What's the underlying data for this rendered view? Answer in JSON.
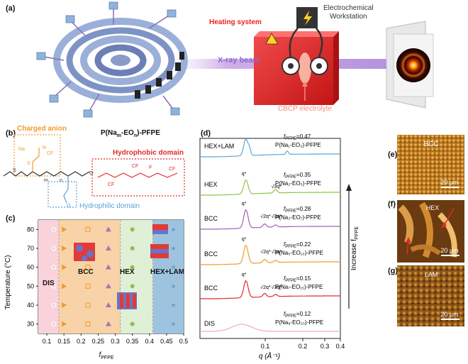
{
  "panel_a": {
    "label": "(a)",
    "heating_system": "Heating system",
    "electrochemical": "Electrochemical",
    "workstation": "Workstation",
    "xray": "X-ray beam",
    "electrolyte": "CBCP electrolyte"
  },
  "panel_b": {
    "label": "(b)",
    "title": "P(Na",
    "title_sub_m": "m",
    "title_mid": "-EO",
    "title_sub_n": "n",
    "title_end": ")-PFPE",
    "charged_anion": "Charged anion",
    "hydrophobic": "Hydrophobic domain",
    "hydrophilic": "Hydrophilic domain",
    "na_plus": "Na",
    "cf3": "CF",
    "f2": "F",
    "n_sub": "n",
    "m_sub": "m",
    "o": "O",
    "s": "S",
    "n_atom": "N",
    "atoms_chain": "S"
  },
  "colors": {
    "dis": "#f9d2dc",
    "bcc": "#f8d3a7",
    "hex": "#dff0d6",
    "hexlam": "#9ec3df",
    "orange": "#f29a2e",
    "purple": "#a677b3",
    "green": "#8cc04b",
    "blue": "#5d9fd1",
    "pink": "#f4a6b5",
    "red": "#e12b2b",
    "pink_curve": "#f2a9c6",
    "purple_curve": "#a060b8",
    "green_curve": "#8cc63f",
    "blue_curve": "#5ea5d6"
  },
  "panel_c": {
    "label": "(c)",
    "ylabel": "Temperature (°C)",
    "xlabel_f": "f",
    "xlabel_sub": "PFPE",
    "regions": [
      "DIS",
      "BCC",
      "HEX",
      "HEX+LAM"
    ],
    "xticks": [
      "0.1",
      "0.15",
      "0.2",
      "0.25",
      "0.3",
      "0.35",
      "0.4",
      "0.45",
      "0.5"
    ],
    "yticks": [
      "30",
      "40",
      "50",
      "60",
      "70",
      "80"
    ]
  },
  "panel_d": {
    "label": "(d)",
    "xlabel": "q (Å⁻¹)",
    "xticks": [
      "0.1",
      "0.2",
      "0.3",
      "0.4"
    ],
    "increase": "Increase f",
    "increase_sub": "PFPE",
    "traces": [
      {
        "phase": "HEX+LAM",
        "f": "f",
        "fsub": "PFPE",
        "fval": "=0.47",
        "formula": "P(Na₁-EO₃)-PFPE"
      },
      {
        "phase": "HEX",
        "f": "f",
        "fsub": "PFPE",
        "fval": "=0.35",
        "formula": "P(Na₂-EO₅)-PFPE",
        "peaks": [
          "q*",
          "√3q*"
        ]
      },
      {
        "phase": "BCC",
        "f": "f",
        "fsub": "PFPE",
        "fval": "=0.28",
        "formula": "P(Na₃-EO₇)-PFPE",
        "peaks": [
          "q*",
          "√2q*",
          "√3q*"
        ]
      },
      {
        "phase": "BCC",
        "f": "f",
        "fsub": "PFPE",
        "fval": "=0.22",
        "formula": "P(Na₅-EO₁₀)-PFPE",
        "peaks": [
          "q*",
          "√2q*",
          "√3q*"
        ]
      },
      {
        "phase": "BCC",
        "f": "f",
        "fsub": "PFPE",
        "fval": "=0.15",
        "formula": "P(Na₇-EO₁₅)-PFPE",
        "peaks": [
          "q*",
          "√2q*",
          "√3q*"
        ]
      },
      {
        "phase": "DIS",
        "f": "f",
        "fsub": "PFPE",
        "fval": "=0.12",
        "formula": "P(Na₉-EO₂₀)-PFPE"
      }
    ]
  },
  "panel_e": {
    "label": "(e)",
    "phase": "BCC",
    "scale": "20 μm"
  },
  "panel_f": {
    "label": "(f)",
    "phase": "HEX",
    "scale": "20 μm"
  },
  "panel_g": {
    "label": "(g)",
    "phase": "LAM",
    "scale": "20 μm"
  }
}
